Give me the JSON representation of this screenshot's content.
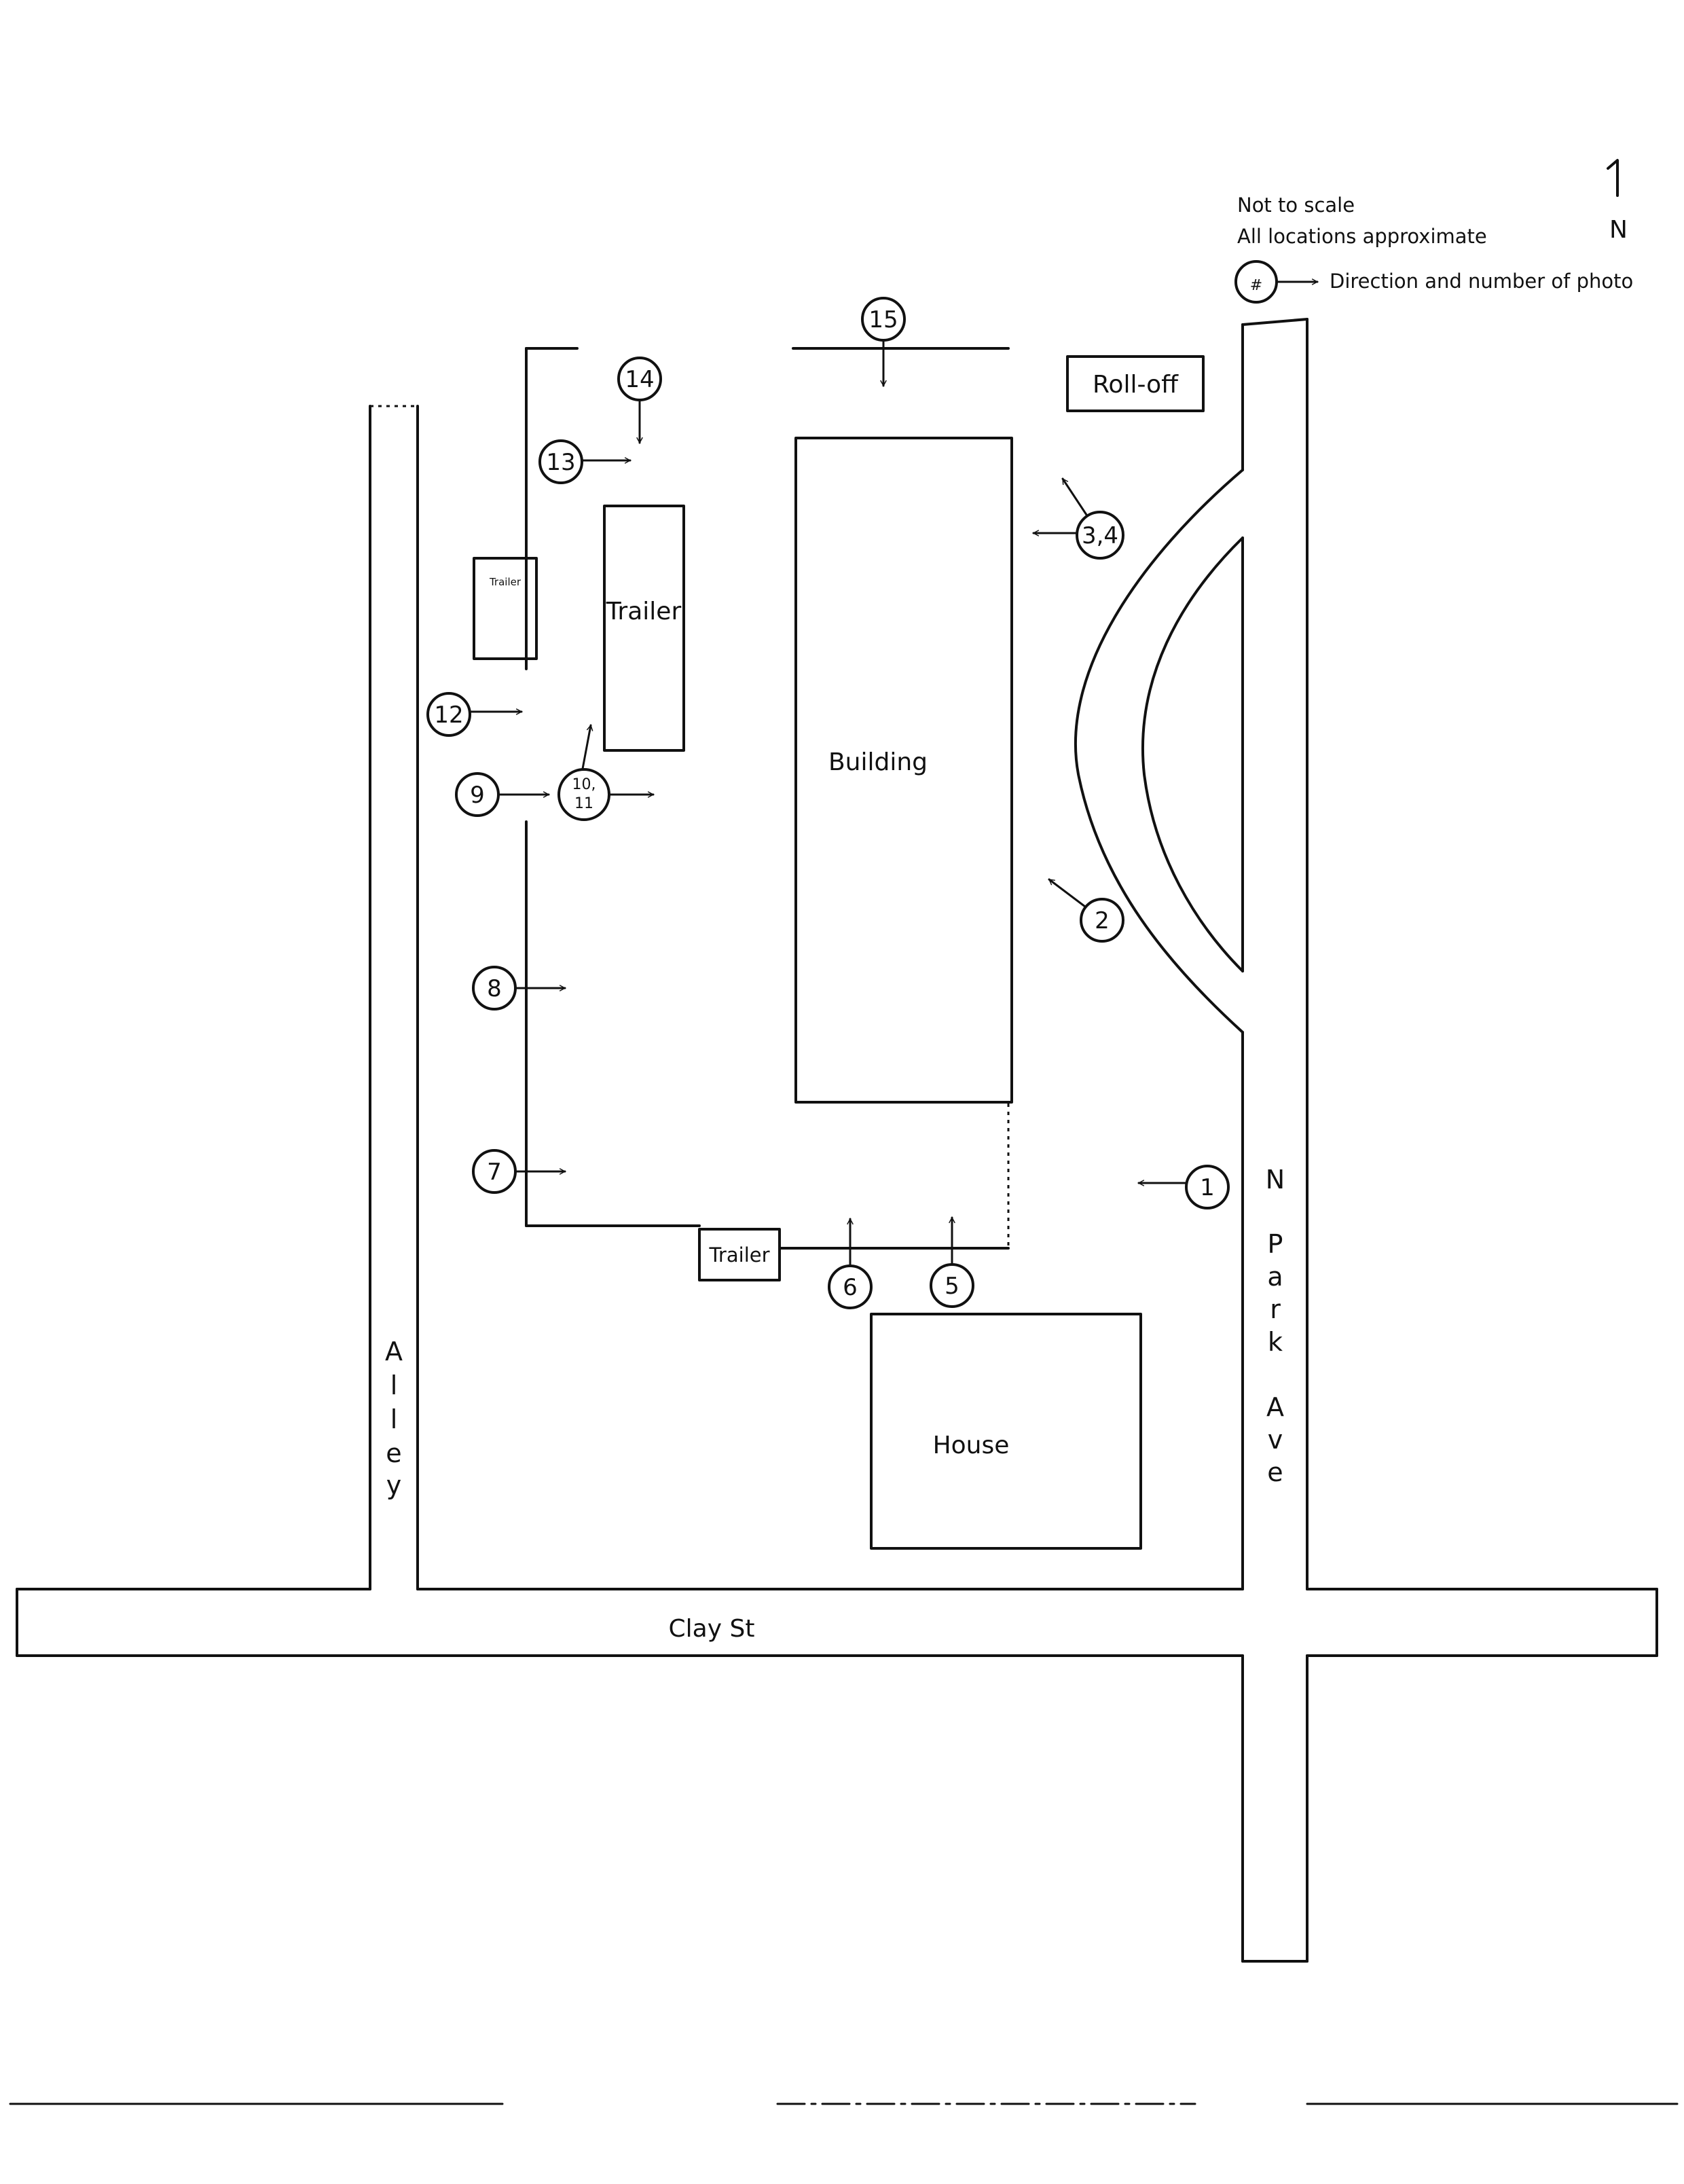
{
  "legend": {
    "north_arrow_text": "N",
    "scale_note": "Not to scale",
    "location_note": "All locations approximate",
    "photo_symbol": "#",
    "photo_key_text": "Direction and number of photo"
  },
  "features": {
    "building": "Building",
    "house": "House",
    "trailer_east": "Trailer",
    "trailer_small": "Trailer",
    "trailer_south": "Trailer",
    "rolloff": "Roll-off"
  },
  "streets": {
    "clay": "Clay St",
    "park_letters": [
      "N",
      "P",
      "a",
      "r",
      "k",
      "A",
      "v",
      "e"
    ],
    "alley_letters": [
      "A",
      "l",
      "l",
      "e",
      "y"
    ]
  },
  "photo_points": [
    {
      "label": "1",
      "bearing": "W"
    },
    {
      "label": "2",
      "bearing": "NW"
    },
    {
      "label": "3,4",
      "bearing": "W, NW"
    },
    {
      "label": "5",
      "bearing": "N"
    },
    {
      "label": "6",
      "bearing": "N"
    },
    {
      "label": "7",
      "bearing": "E"
    },
    {
      "label": "8",
      "bearing": "E"
    },
    {
      "label": "9",
      "bearing": "E"
    },
    {
      "label": "10,",
      "label_line2": "11",
      "bearing": "N, E"
    },
    {
      "label": "12",
      "bearing": "E"
    },
    {
      "label": "13",
      "bearing": "E"
    },
    {
      "label": "14",
      "bearing": "S"
    },
    {
      "label": "15",
      "bearing": "S"
    }
  ]
}
